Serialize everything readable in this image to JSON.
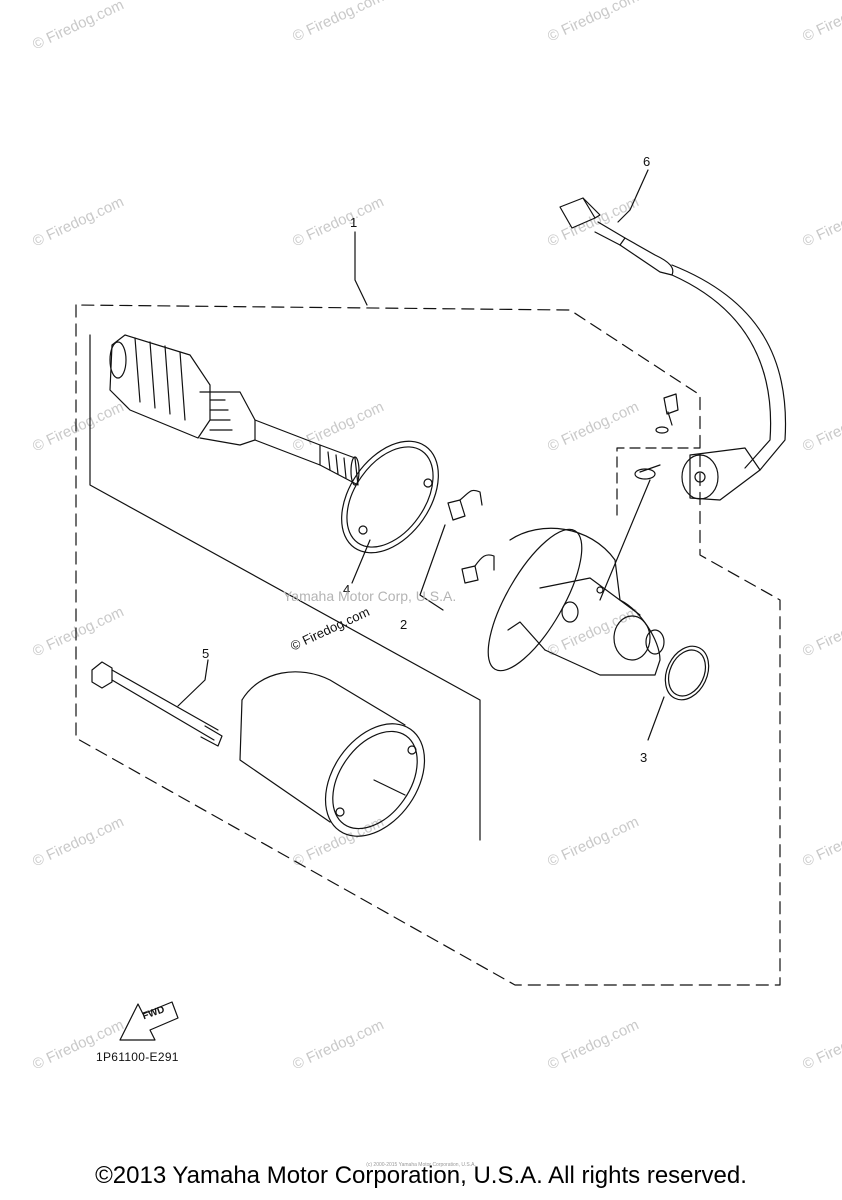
{
  "watermark": {
    "text": "© Firedog.com",
    "center_text": "Yamaha Motor Corp, U.S.A.",
    "center_text_2": "© Firedog.com"
  },
  "callouts": {
    "c1": "1",
    "c2": "2",
    "c3": "3",
    "c4": "4",
    "c5": "5",
    "c6": "6"
  },
  "fwd_label": "FWD",
  "diagram_code": "1P61100-E291",
  "tiny_note": "(c) 2000-2015 Yamaha Motor Corporation, U.S.A.",
  "copyright": "©2013 Yamaha Motor Corporation, U.S.A. All rights reserved.",
  "colors": {
    "line": "#111111",
    "watermark": "#c9c9c9"
  }
}
